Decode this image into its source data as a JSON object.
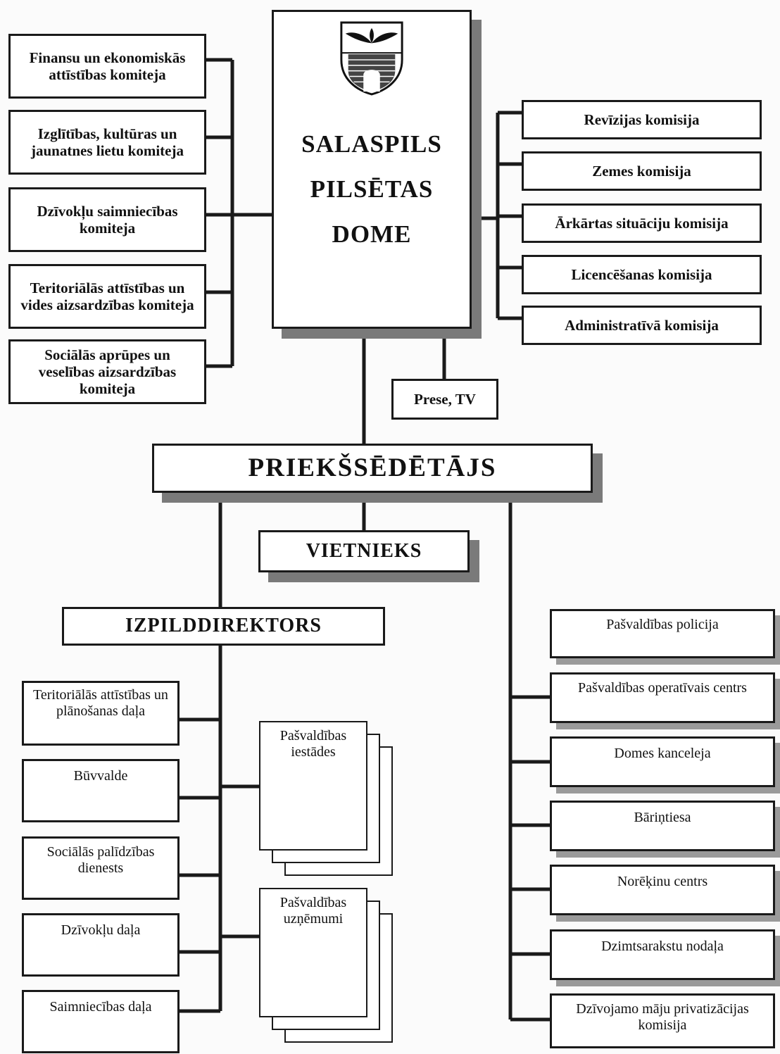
{
  "council": {
    "lines": [
      "SALASPILS",
      "PILSĒTAS",
      "DOME"
    ],
    "emblem_icon": "coat-of-arms-icon"
  },
  "committees": [
    "Finansu un ekonomiskās attīstības komiteja",
    "Izglītības, kultūras un jaunatnes lietu komiteja",
    "Dzīvokļu saimniecības komiteja",
    "Teritoriālās attīstības un vides aizsardzības komiteja",
    "Sociālās aprūpes un veselības aizsardzības komiteja"
  ],
  "commissions": [
    "Revīzijas komisija",
    "Zemes komisija",
    "Ārkārtas situāciju komisija",
    "Licencēšanas komisija",
    "Administratīvā komisija"
  ],
  "press": "Prese, TV",
  "chairman": "PRIEKŠSĒDĒTĀJS",
  "deputy": "VIETNIEKS",
  "director": "IZPILDDIREKTORS",
  "departments": [
    "Teritoriālās attīstības un plānošanas daļa",
    "Būvvalde",
    "Sociālās palīdzības dienests",
    "Dzīvokļu daļa",
    "Saimniecības daļa"
  ],
  "institutions": [
    "Pašvaldības iestādes",
    "Pašvaldības uzņēmumi"
  ],
  "units": [
    "Pašvaldības policija",
    "Pašvaldības operatīvais centrs",
    "Domes kanceleja",
    "Bāriņtiesa",
    "Norēķinu centrs",
    "Dzimtsarakstu nodaļa",
    "Dzīvojamo māju privatizācijas komisija"
  ]
}
